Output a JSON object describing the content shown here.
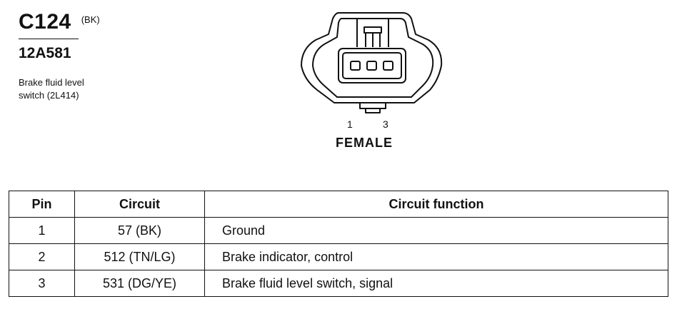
{
  "connector": {
    "id": "C124",
    "color_code": "(BK)",
    "part_number": "12A581",
    "description_line1": "Brake fluid level",
    "description_line2": "switch (2L414)",
    "gender": "FEMALE",
    "pin_labels": [
      "1",
      "3"
    ]
  },
  "table": {
    "headers": [
      "Pin",
      "Circuit",
      "Circuit function"
    ],
    "rows": [
      [
        "1",
        "57 (BK)",
        "Ground"
      ],
      [
        "2",
        "512 (TN/LG)",
        "Brake indicator, control"
      ],
      [
        "3",
        "531 (DG/YE)",
        "Brake fluid level switch, signal"
      ]
    ]
  }
}
